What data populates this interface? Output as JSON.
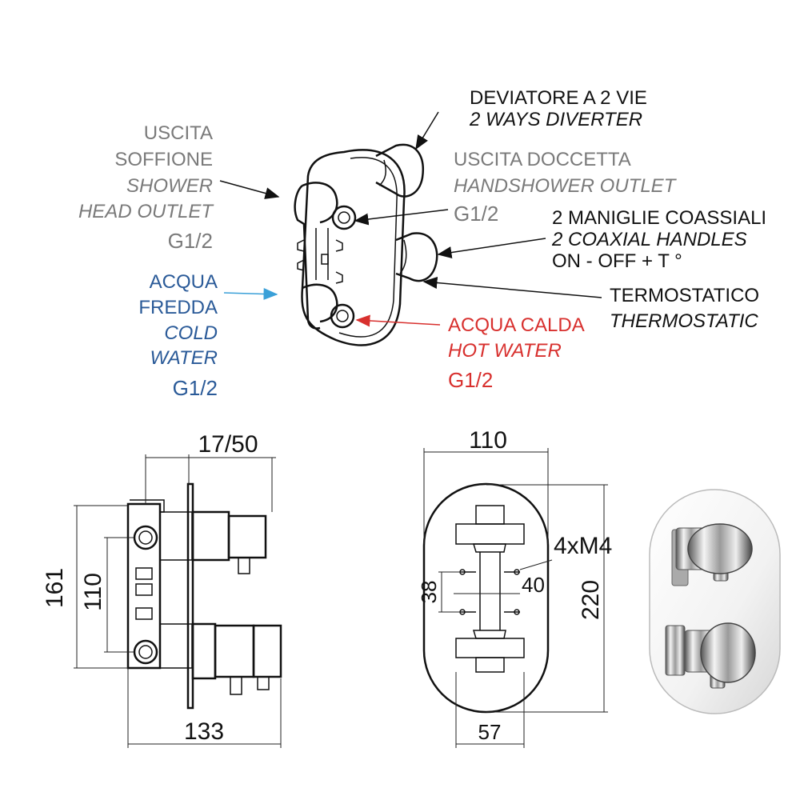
{
  "colors": {
    "gray": "#7a7a7a",
    "black": "#111111",
    "blue": "#2a5a98",
    "red": "#d8302e",
    "cold_arrow": "#3aa0d8",
    "hot_arrow": "#d8302e"
  },
  "labels": {
    "diverter": {
      "line1": "DEVIATORE A 2 VIE",
      "line2": "2 WAYS DIVERTER"
    },
    "shower_head": {
      "line1": "USCITA",
      "line2": "SOFFIONE",
      "line3": "SHOWER",
      "line4": "HEAD OUTLET",
      "thread": "G1/2"
    },
    "handshower": {
      "line1": "USCITA DOCCETTA",
      "line2": "HANDSHOWER OUTLET",
      "thread": "G1/2"
    },
    "handles": {
      "line1": "2 MANIGLIE COASSIALI",
      "line2": "2 COAXIAL HANDLES",
      "line3": "ON - OFF  +  T °"
    },
    "thermostatic": {
      "line1": "TERMOSTATICO",
      "line2": "THERMOSTATIC"
    },
    "cold_water": {
      "line1": "ACQUA",
      "line2": "FREDDA",
      "line3": "COLD",
      "line4": "WATER",
      "thread": "G1/2"
    },
    "hot_water": {
      "line1": "ACQUA CALDA",
      "line2": "HOT WATER",
      "thread": "G1/2"
    }
  },
  "dimensions": {
    "side": {
      "depth": "17/50",
      "total_height": "161",
      "inlet_spacing": "110",
      "width": "133"
    },
    "front": {
      "plate_width": "110",
      "plate_height": "220",
      "screws": "4xM4",
      "hole_h": "40",
      "hole_v": "38",
      "bottom_width": "57"
    }
  }
}
